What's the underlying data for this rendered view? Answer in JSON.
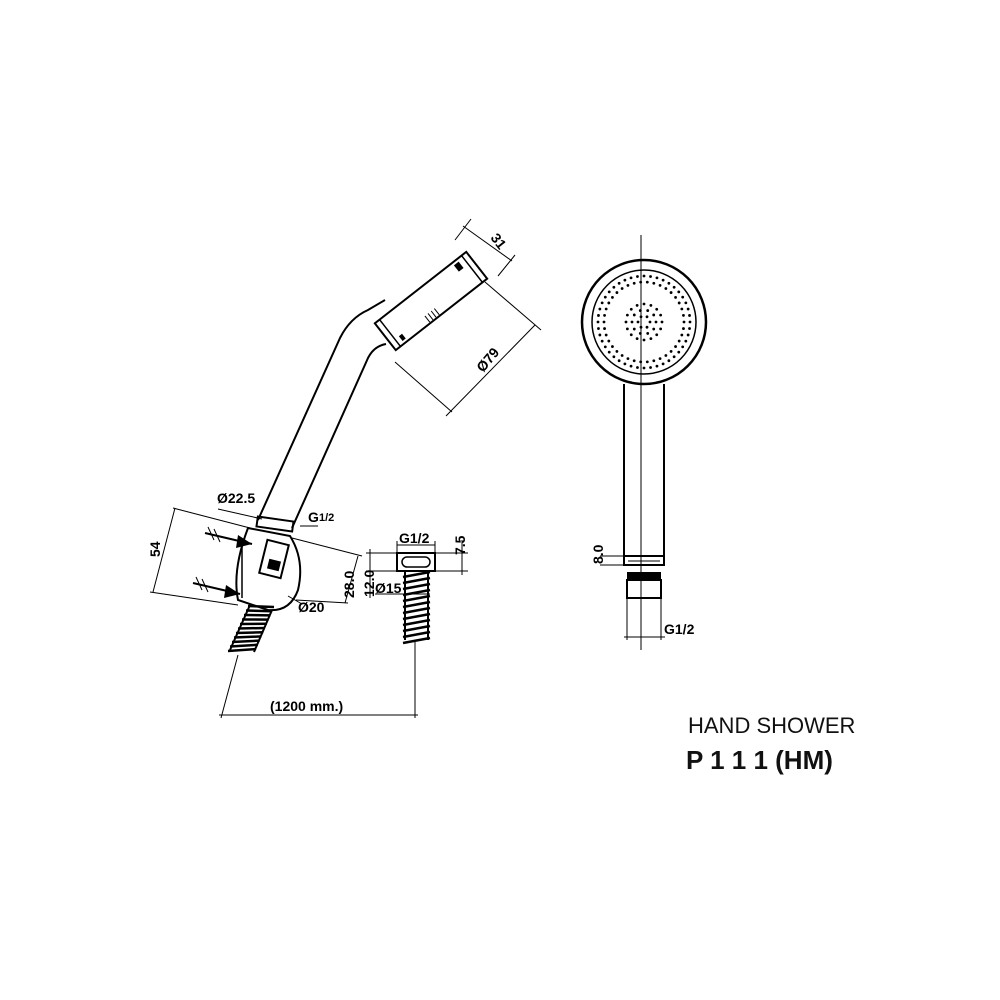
{
  "title": {
    "line1": "HAND SHOWER",
    "line2": "P 1 1 1 (HM)"
  },
  "dimensions": {
    "head_depth": "31",
    "head_diameter": "Ø79",
    "handle_diameter": "Ø22.5",
    "thread_handle": "G",
    "thread_handle_fraction": "1/2",
    "bracket_height": "54",
    "bracket_depth": "28.0",
    "bracket_hole": "Ø20",
    "nut_thread": "G1/2",
    "nut_length": "7.5",
    "nut_height": "12.0",
    "hose_diameter": "Ø15",
    "hose_length": "(1200 mm.)",
    "front_ring_height": "8.0",
    "front_thread": "G1/2"
  },
  "colors": {
    "line": "#000000",
    "background": "#ffffff"
  }
}
